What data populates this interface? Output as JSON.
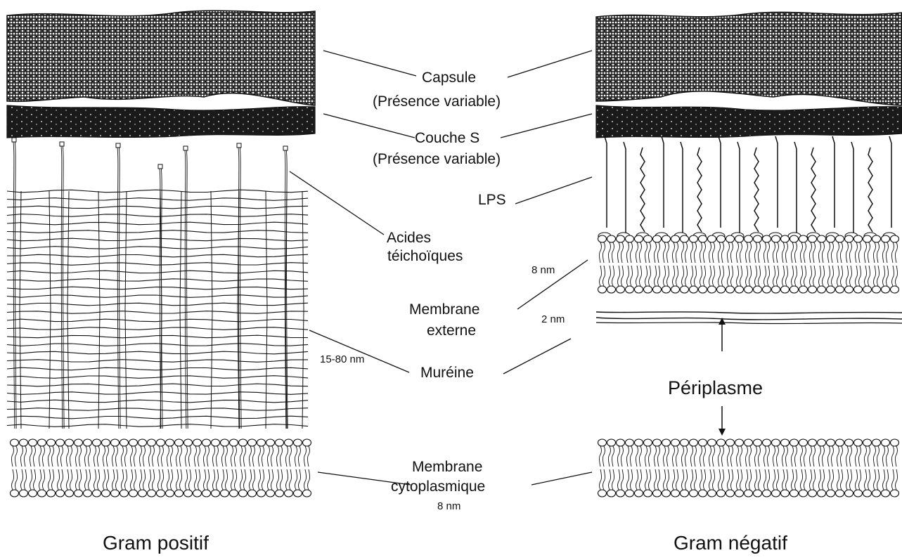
{
  "labels": {
    "capsule": "Capsule",
    "capsule_note": "(Présence variable)",
    "couche_s": "Couche S",
    "couche_s_note": "(Présence variable)",
    "lps": "LPS",
    "acides_1": "Acides",
    "acides_2": "téichoïques",
    "membrane_externe_1": "Membrane",
    "membrane_externe_2": "externe",
    "mureine": "Muréine",
    "membrane_cyto_1": "Membrane",
    "membrane_cyto_2": "cytoplasmique",
    "thickness_cyto": "8 nm",
    "thickness_outer": "8 nm",
    "thickness_mureine_neg": "2 nm",
    "thickness_mureine_pos": "15-80 nm",
    "periplasme": "Périplasme"
  },
  "panels": {
    "left_title": "Gram positif",
    "right_title": "Gram négatif"
  },
  "colors": {
    "ink": "#111111",
    "layer_dark": "#1a1a1a",
    "background": "#ffffff"
  }
}
